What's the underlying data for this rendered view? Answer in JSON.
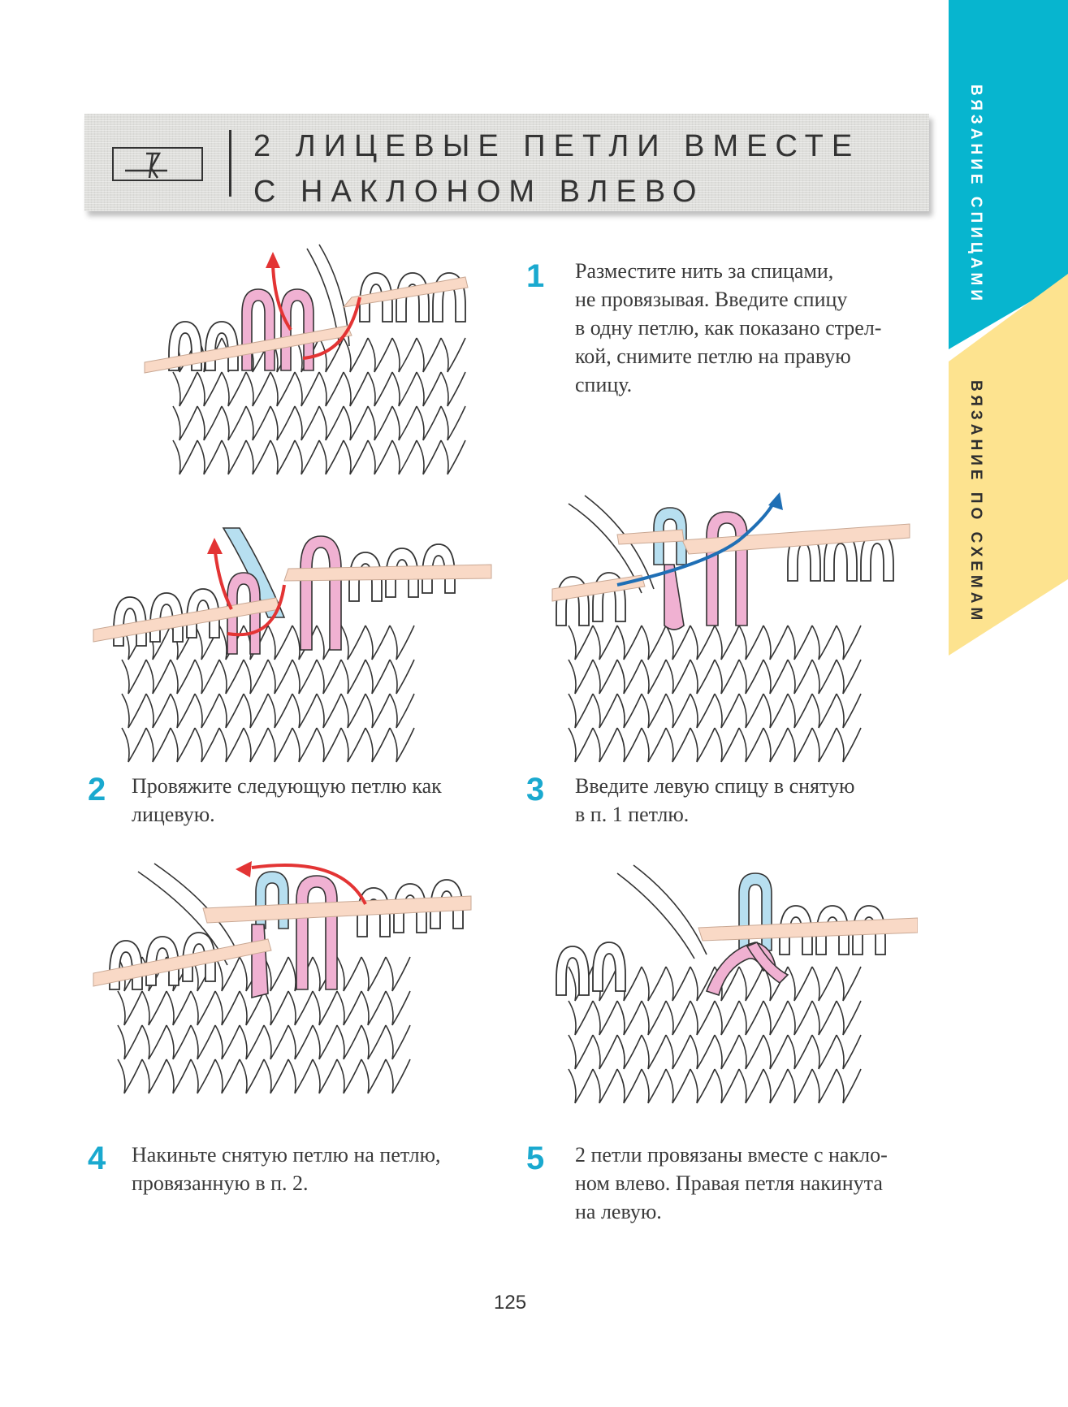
{
  "sidebar": {
    "tab1_label": "ВЯЗАНИЕ СПИЦАМИ",
    "tab2_label": "ВЯЗАНИЕ ПО СХЕМАМ",
    "tab1_color": "#07b5cf",
    "tab2_color": "#fde38f"
  },
  "header": {
    "title_line1": "2 ЛИЦЕВЫЕ ПЕТЛИ ВМЕСТЕ",
    "title_line2": "С НАКЛОНОМ ВЛЕВО",
    "symbol_icon": "left-slant-decrease-symbol-icon"
  },
  "steps": [
    {
      "number": "1",
      "lines": [
        "Разместите нить за спицами,",
        "не провязывая. Введите спицу",
        "в одну петлю, как показано стрел-",
        "кой, снимите петлю на правую",
        "спицу."
      ]
    },
    {
      "number": "2",
      "lines": [
        "Провяжите следующую петлю как",
        "лицевую."
      ]
    },
    {
      "number": "3",
      "lines": [
        "Введите левую спицу в снятую",
        "в п. 1 петлю."
      ]
    },
    {
      "number": "4",
      "lines": [
        "Накиньте снятую петлю на петлю,",
        "провязанную в п. 2."
      ]
    },
    {
      "number": "5",
      "lines": [
        "2 петли провязаны вместе с накло-",
        "ном влево. Правая петля накинута",
        "на левую."
      ]
    }
  ],
  "colors": {
    "accent": "#1aa9cf",
    "pink_loop": "#f0b1d2",
    "blue_loop": "#b7dff0",
    "needle": "#f9d9c6",
    "red_arrow": "#e33434",
    "blue_arrow": "#1f6fb5"
  },
  "page": {
    "number": "125"
  }
}
